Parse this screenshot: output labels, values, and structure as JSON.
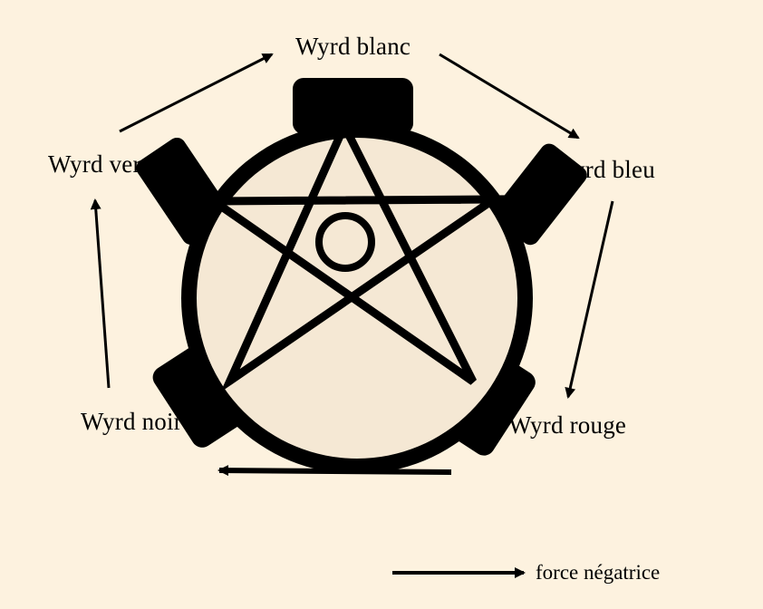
{
  "diagram": {
    "nodes": [
      {
        "id": "white",
        "label": "Wyrd blanc"
      },
      {
        "id": "blue",
        "label": "Wyrd bleu"
      },
      {
        "id": "red",
        "label": "Wyrd rouge"
      },
      {
        "id": "black",
        "label": "Wyrd noir"
      },
      {
        "id": "green",
        "label": "Wyrd vert"
      }
    ],
    "cycle_order": [
      "white",
      "blue",
      "red",
      "black",
      "green",
      "white"
    ],
    "legend": {
      "label": "force négatrice"
    }
  },
  "colors": {
    "background": "#fdf2df",
    "emblem_fill": "#f5e8d4",
    "ink": "#000000"
  },
  "icons": {
    "central_emblem": "pentagram-gear-icon"
  }
}
